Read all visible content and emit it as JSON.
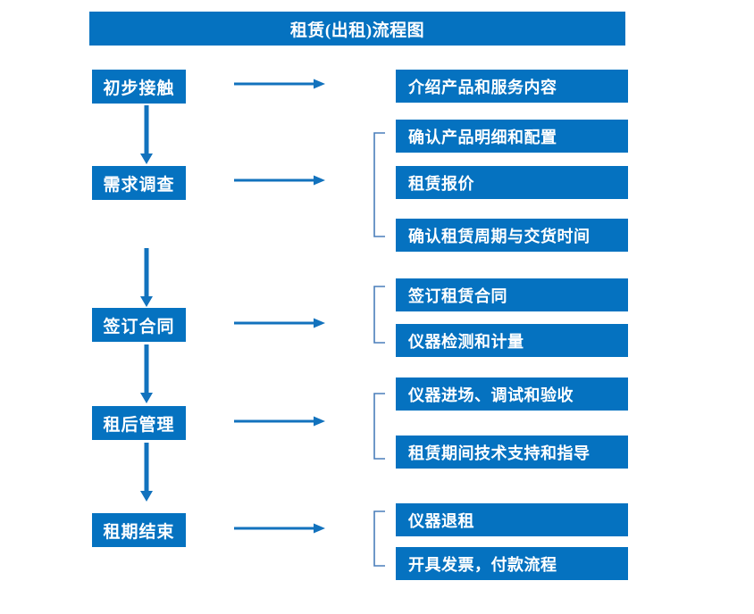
{
  "diagram": {
    "title": "租赁(出租)流程图",
    "colors": {
      "box_fill": "#0572c0",
      "box_text": "#ffffff",
      "arrow": "#1272bd",
      "bracket": "#4a7ebb",
      "background": "#ffffff"
    },
    "stages": [
      {
        "id": "stage-1",
        "label": "初步接触",
        "arrow_name": "arrow-to-details-1",
        "details": [
          {
            "id": "detail-1-1",
            "label": "介绍产品和服务内容"
          }
        ],
        "has_bracket": false
      },
      {
        "id": "stage-2",
        "label": "需求调查",
        "arrow_name": "arrow-to-details-2",
        "details": [
          {
            "id": "detail-2-1",
            "label": "确认产品明细和配置"
          },
          {
            "id": "detail-2-2",
            "label": "租赁报价"
          },
          {
            "id": "detail-2-3",
            "label": "确认租赁周期与交货时间"
          }
        ],
        "has_bracket": true
      },
      {
        "id": "stage-3",
        "label": "签订合同",
        "arrow_name": "arrow-to-details-3",
        "details": [
          {
            "id": "detail-3-1",
            "label": "签订租赁合同"
          },
          {
            "id": "detail-3-2",
            "label": "仪器检测和计量"
          }
        ],
        "has_bracket": true
      },
      {
        "id": "stage-4",
        "label": "租后管理",
        "arrow_name": "arrow-to-details-4",
        "details": [
          {
            "id": "detail-4-1",
            "label": "仪器进场、调试和验收"
          },
          {
            "id": "detail-4-2",
            "label": "租赁期间技术支持和指导"
          }
        ],
        "has_bracket": true
      },
      {
        "id": "stage-5",
        "label": "租期结束",
        "arrow_name": "arrow-to-details-5",
        "details": [
          {
            "id": "detail-5-1",
            "label": "仪器退租"
          },
          {
            "id": "detail-5-2",
            "label": "开具发票，付款流程"
          }
        ],
        "has_bracket": true
      }
    ]
  }
}
